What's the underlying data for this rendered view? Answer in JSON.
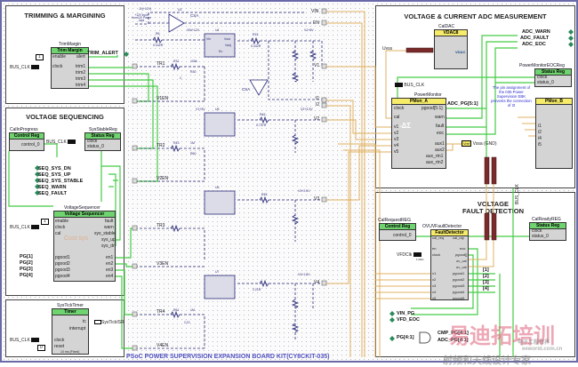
{
  "sections": {
    "trimming": "TRIMMING & MARGINING",
    "sequencing": "VOLTAGE SEQUENCING",
    "adc": "VOLTAGE & CURRENT ADC MEASUREMENT",
    "fault_line1": "VOLTAGE",
    "fault_line2": "FAULT DETECTION"
  },
  "trim": {
    "instance": "TrimMargin",
    "type": "Trim Margin",
    "enable_const": "1",
    "bus_clk": "BUS_CLK",
    "pins_left": [
      "enable",
      "clock"
    ],
    "pins_right": [
      "alert",
      "trim1",
      "trim2",
      "trim3",
      "trim4"
    ],
    "alert_signal": "TRIM_ALERT"
  },
  "seq": {
    "calinprogress": {
      "instance": "CalInProgress",
      "type": "Control Reg",
      "pin": "control_0"
    },
    "sysstable": {
      "instance": "SysStableReg",
      "type": "Status Reg",
      "pins": [
        "clock",
        "status_0"
      ],
      "bus_clk": "BUS_CLK"
    },
    "signals": [
      "SEQ_SYS_DN",
      "SEQ_SYS_UP",
      "SEQ_SYS_STABLE",
      "SEQ_WARN",
      "SEQ_FAULT"
    ],
    "sequencer": {
      "instance": "VoltageSequencer",
      "type": "Voltage Sequencer",
      "bus_clk": "BUS_CLK",
      "enable_const": "1",
      "watermark": "Cust sys",
      "pins_left": [
        "enable",
        "clock",
        "cal",
        "pgood1",
        "pgood2",
        "pgood3",
        "pgood4"
      ],
      "pins_right": [
        "fault",
        "warn",
        "sys_stable",
        "sys_up",
        "sys_dn",
        "en1",
        "en2",
        "en3",
        "en4"
      ]
    },
    "pg": [
      "PG[1]",
      "PG[2]",
      "PG[3]",
      "PG[4]"
    ]
  },
  "timer": {
    "instance": "SysTickTimer",
    "type": "Timer",
    "pins_left": [
      "clock",
      "reset"
    ],
    "pins_right": [
      "tc",
      "interrupt"
    ],
    "isr": "SysTickISR",
    "bus_clk": "BUS_CLK",
    "reset_const": "0",
    "footer": "10 ms (Fixed)"
  },
  "analog": {
    "ports_right": [
      "VIN",
      "EN",
      "V1",
      "I1",
      "I2",
      "V2",
      "V3",
      "V4"
    ],
    "ports_left": [
      "TR1",
      "V1EN",
      "TR2",
      "V2EN",
      "TR3",
      "V3EN",
      "TR4",
      "V4EN"
    ],
    "labels": [
      "J1(+12V)",
      "+12V input from DC Power Jack",
      "U2",
      "CSA",
      "R6",
      "0.442R",
      "VIN+12V",
      "U4",
      "R15",
      "0.442R",
      "V1+5V",
      "R31",
      "100k",
      "R30",
      "C",
      "CSA",
      "V1+5V",
      "U5",
      "R46",
      "0.737R",
      "V2+3.3V",
      "R43",
      "1M",
      "R60",
      "R45",
      "V3+2.5V",
      "U6",
      "U7",
      "R61",
      "1M",
      "C13",
      "V4+1.8V",
      "2.21R"
    ],
    "reg_pins": [
      "Vin",
      "Vout",
      "Vadj",
      "En"
    ]
  },
  "adc": {
    "caldac": {
      "instance": "CalDAC",
      "type": "VDAC8",
      "inner": "VDAC"
    },
    "uvss": "Uvss",
    "signals": [
      "ADC_WARN",
      "ADC_FAULT",
      "ADC_EOC"
    ],
    "eocreg": {
      "instance": "PowerMonitorEOCReg",
      "type": "Status Reg",
      "pins": [
        "clock",
        "status_0"
      ]
    },
    "bus_clk": "BUS_CLK",
    "pmon_a": {
      "instance": "PowerMonitor",
      "type": "PMon_A",
      "symbol": "-ΔΣ",
      "pins_left": [
        "clock",
        "cal",
        "v1",
        "v2",
        "v3",
        "v4",
        "v5"
      ],
      "pins_right": [
        "pgood[5:1]",
        "warn",
        "fault",
        "eoc",
        "aux1",
        "aux2",
        "aux_rtn1",
        "aux_rtn2"
      ]
    },
    "adc_pg": "ADC_PG[5:1]",
    "vssa": "Vssa (GND)",
    "vssa_tag": "Vref",
    "note": "The pin assignment of the 035 Power Supervision EBK prevents the connection of I3",
    "pmon_b": {
      "type": "PMon_B",
      "pins": [
        "i1",
        "i2",
        "i4",
        "i5"
      ]
    }
  },
  "fault": {
    "calrequest": {
      "instance": "CalRequestREG",
      "type": "Control Reg",
      "pin": "control_0"
    },
    "detector": {
      "instance": "OVUVFaultDetector",
      "type": "FaultDetector",
      "pins_left": [
        "cal_req",
        "en",
        "clock",
        "v1",
        "v2",
        "v3",
        "v4",
        "v5"
      ],
      "pins_right": [
        "cal_rdy",
        "eoc",
        "pgood[]",
        "ov_cal",
        "uv_cal",
        "pgood1",
        "pgood2",
        "pgood3",
        "pgood4",
        "pgood5"
      ]
    },
    "vfdclk": "VFDClk",
    "vfdclk_freq": "1 MHz",
    "calready": {
      "instance": "CalReadyREG",
      "type": "Status Reg",
      "pins": [
        "clock",
        "status_0"
      ],
      "bus_clk": "BUS_CLK"
    },
    "indices": [
      "[1]",
      "[2]",
      "[3]",
      "[4]"
    ],
    "signals": [
      "VIN_PG",
      "VFD_EOC"
    ],
    "pg_in": "PG[4:1]",
    "cmp_pg": "CMP_PG[4:1]",
    "adc_pg": "ADC_PG[4:1]"
  },
  "footer": "PSoC POWER SUPERVISION EXPANSION BOARD KIT(CY8CKIT-035)",
  "watermark": {
    "line1": "易迪拓培训",
    "line2": "射频和天线设计专家",
    "cn": "电子工程世界",
    "url": "eeworld.com.cn"
  },
  "colors": {
    "green_wire": "#44cc44",
    "orange_wire": "#e0b060",
    "blue_circuit": "#2a2a7a",
    "block_green": "#6fd36f",
    "block_yellow": "#f6ec6a"
  }
}
